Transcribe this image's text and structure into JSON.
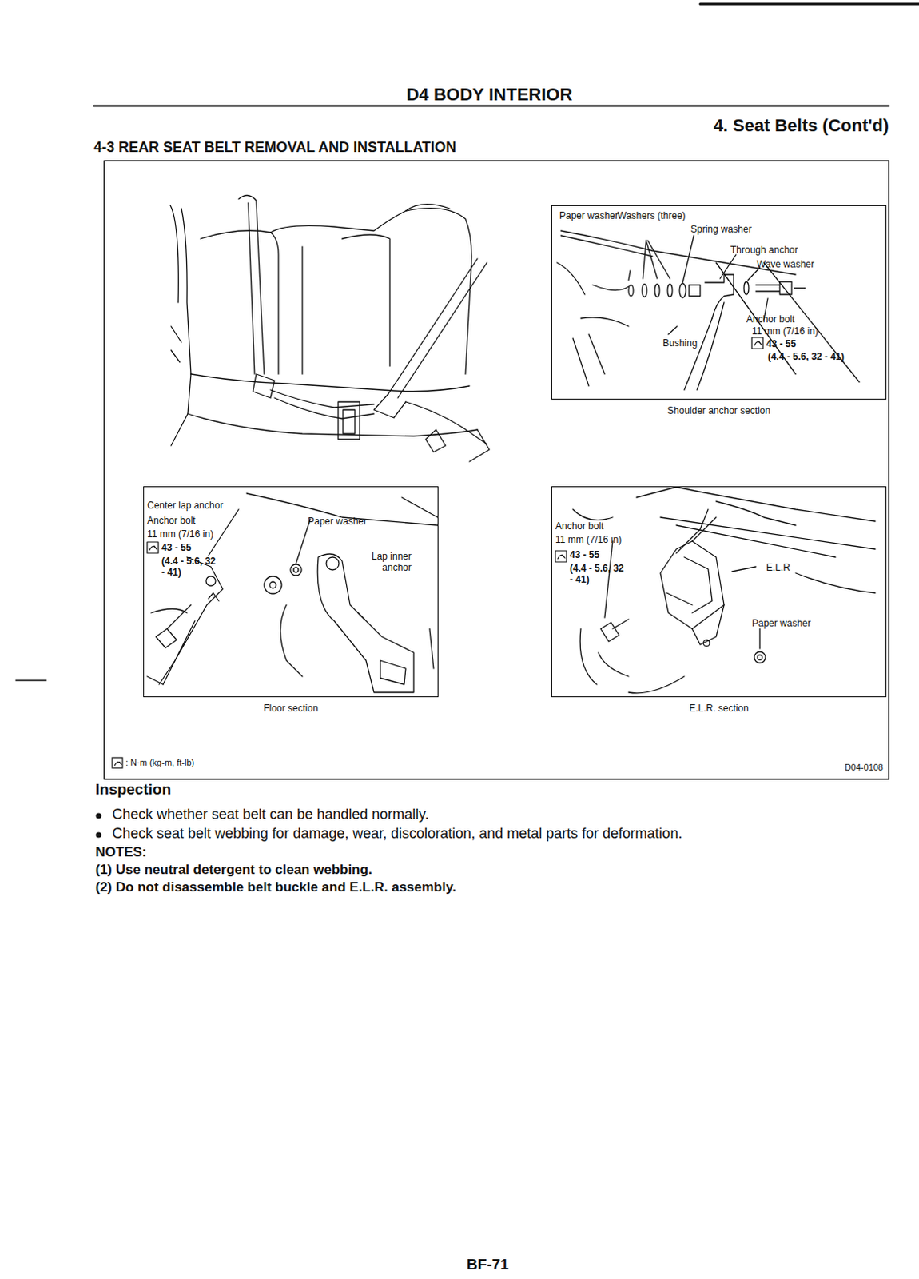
{
  "diagram": {
    "title": "D4 BODY INTERIOR",
    "nodes": [
      {
        "text": [
          "Shoulder anchor section"
        ]
      },
      {
        "text": [
          "Floor section"
        ]
      },
      {
        "text": [
          "E.L.R. section"
        ]
      }
    ],
    "labels": [
      "4. Seat Belts (Cont'd)",
      "4-3 REAR SEAT BELT REMOVAL AND INSTALLATION",
      "Paper washer",
      "Washers (three)",
      "Spring washer",
      "Through anchor",
      "Wave washer",
      "Bushing",
      "Anchor bolt",
      "11 mm (7/16 in)",
      "43 - 55",
      "(4.4 - 5.6, 32 - 41)",
      "Center lap anchor",
      "Anchor bolt",
      "11 mm (7/16 in)",
      "43 - 55",
      "(4.4 - 5.6, 32 - 41)",
      "Paper washer",
      "Lap inner anchor",
      "Anchor bolt",
      "11 mm (7/16 in)",
      "43 - 55",
      "(4.4 - 5.6, 32 - 41)",
      "E.L.R",
      "Paper washer",
      "D04-0108",
      "Inspection",
      "Check whether seat belt can be handled normally.",
      "Check seat belt webbing for damage, wear, discoloration, and metal parts for deformation.",
      "NOTES:",
      "(1) Use neutral detergent to clean webbing.",
      "(2) Do not disassemble belt buckle and E.L.R. assembly.",
      "BF-71"
    ],
    "legend": [
      {
        "text": ": N·m (kg-m, ft-lb)"
      }
    ]
  }
}
